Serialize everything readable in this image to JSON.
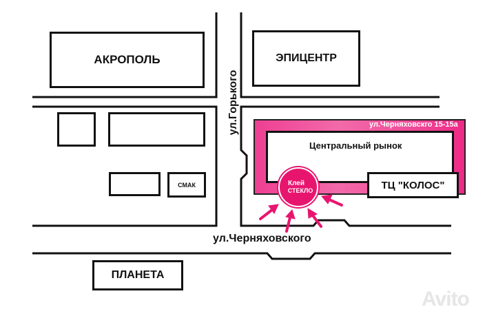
{
  "map": {
    "buildings": {
      "akropol": "АКРОПОЛЬ",
      "epicenter": "ЭПИЦЕНТР",
      "smak": "СМАК",
      "planeta": "ПЛАНЕТА",
      "central_market": "Центральный рынок",
      "kolos": "ТЦ \"КОЛОС\""
    },
    "streets": {
      "gorkogo": "ул.Горького",
      "chernyakhovskogo": "ул.Черняховского"
    },
    "address_label": "ул.Черняховскго 15-15а",
    "store_badge": {
      "line1": "Клей",
      "line2": "СТЕКЛО",
      "color": "#e8156f"
    },
    "highlight_color": "#ee3f93",
    "watermark": "Avito"
  }
}
